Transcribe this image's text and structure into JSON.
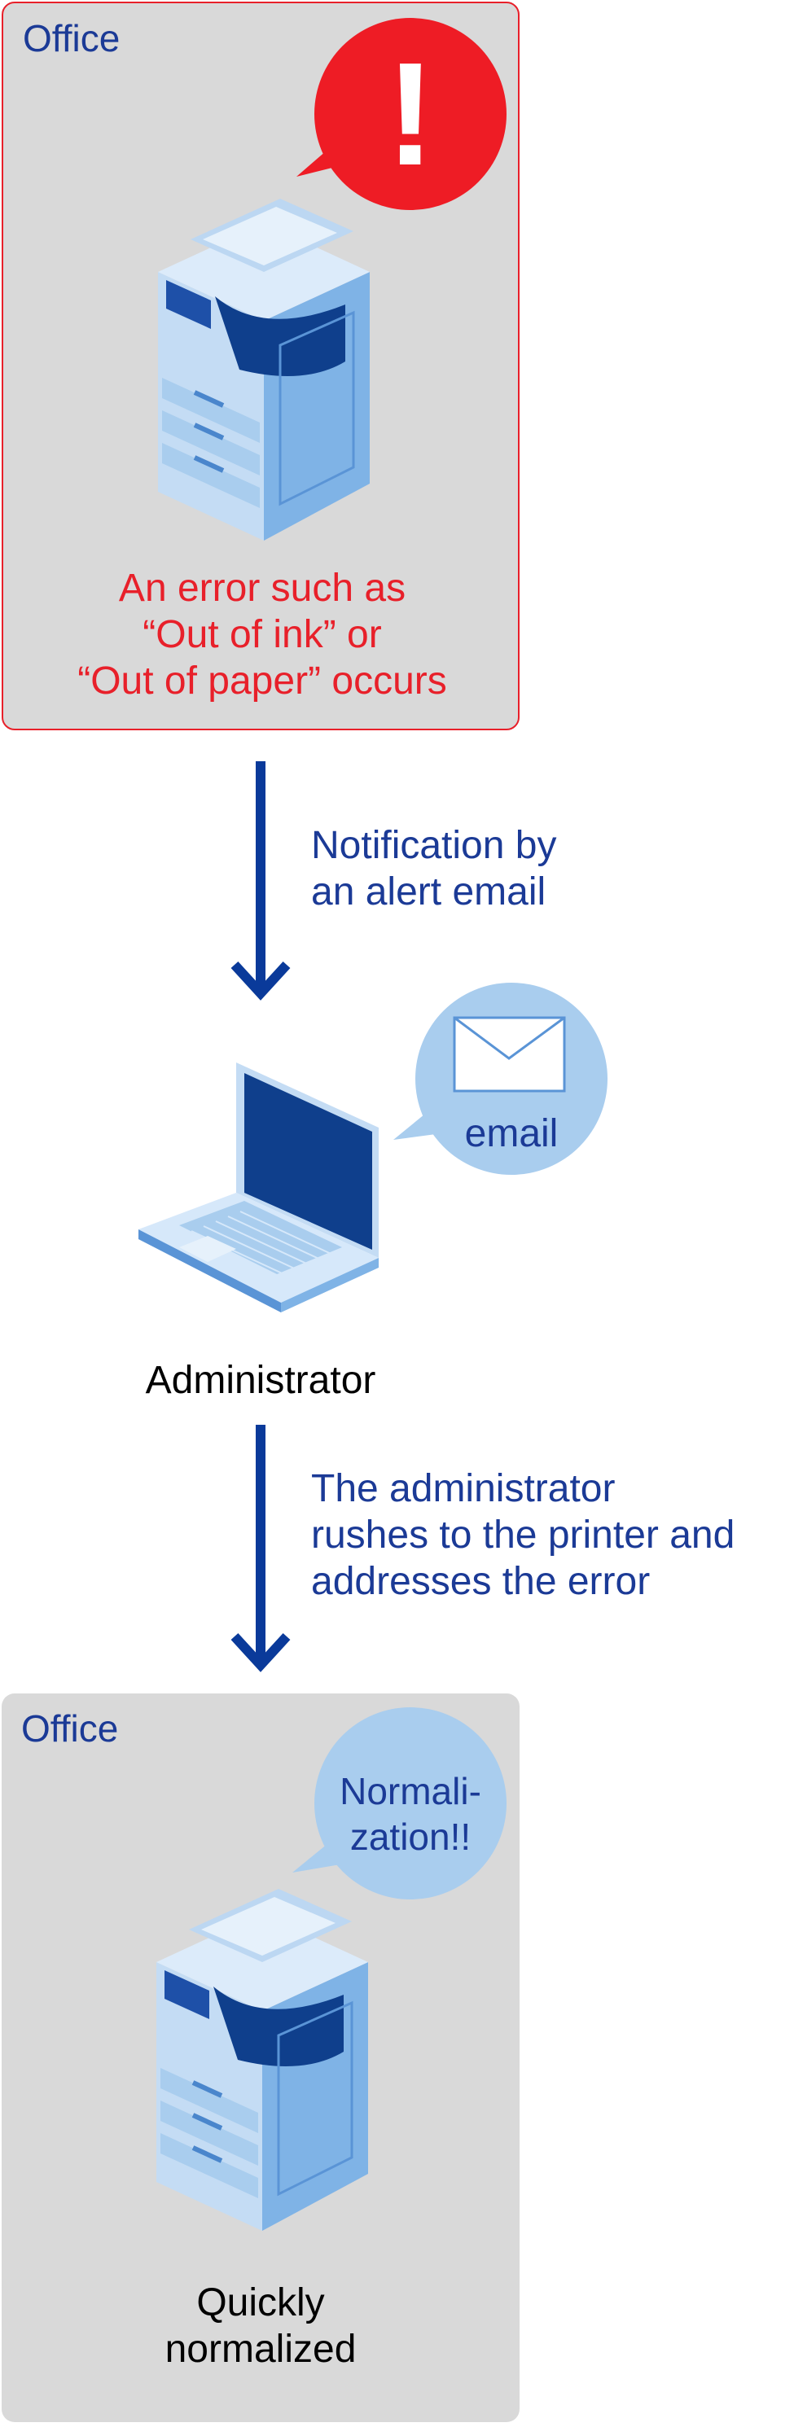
{
  "top_panel": {
    "label": "Office",
    "alert_symbol": "!",
    "caption": [
      "An error such as",
      "“Out of ink” or",
      "“Out of paper” occurs"
    ],
    "border_color": "#e8202a"
  },
  "step1": {
    "text": [
      "Notification by",
      "an alert email"
    ]
  },
  "admin": {
    "bubble_label": "email",
    "label": "Administrator"
  },
  "step2": {
    "text": [
      "The administrator",
      "rushes to the printer and",
      "addresses the error"
    ]
  },
  "bottom_panel": {
    "label": "Office",
    "bubble_text": [
      "Normali-",
      "zation!!"
    ],
    "caption": [
      "Quickly",
      "normalized"
    ]
  },
  "colors": {
    "accent_blue": "#1b3a96",
    "alert_red": "#e8202a",
    "panel_gray": "#d9d9d9",
    "bubble_blue": "#a9cdee"
  }
}
